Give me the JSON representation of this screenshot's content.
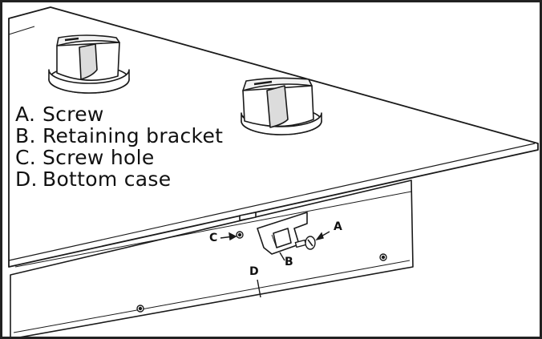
{
  "legend": {
    "items": [
      {
        "key": "A.",
        "text": "Screw"
      },
      {
        "key": "B.",
        "text": "Retaining bracket"
      },
      {
        "key": "C.",
        "text": "Screw hole"
      },
      {
        "key": "D.",
        "text": "Bottom case"
      }
    ]
  },
  "callouts": {
    "a": "A",
    "b": "B",
    "c": "C",
    "d": "D"
  },
  "colors": {
    "line": "#1a1a1a",
    "panel": "#ffffff",
    "knob_shade": "#dcdcdc"
  }
}
